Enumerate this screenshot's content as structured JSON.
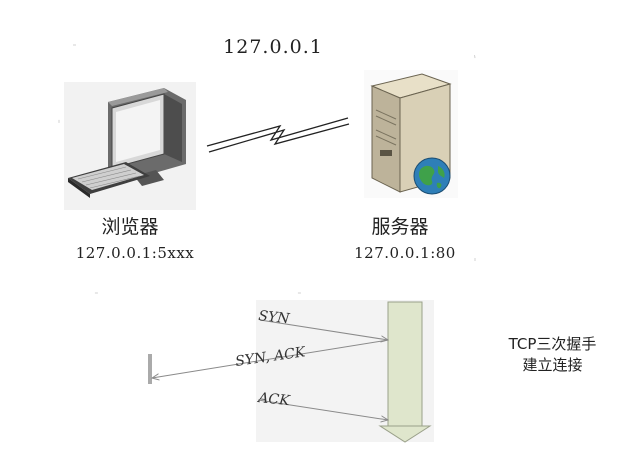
{
  "top_address": "127.0.0.1",
  "browser": {
    "label": "浏览器",
    "address": "127.0.0.1:5xxx"
  },
  "server": {
    "label": "服务器",
    "address": "127.0.0.1:80"
  },
  "handshake": {
    "messages": [
      "SYN",
      "SYN, ACK",
      "ACK"
    ],
    "caption_line1": "TCP三次握手",
    "caption_line2": "建立连接"
  },
  "colors": {
    "server_bar": "#dfe6cc",
    "arrow": "#8a8a8a",
    "globe": "#2e7fb8"
  }
}
